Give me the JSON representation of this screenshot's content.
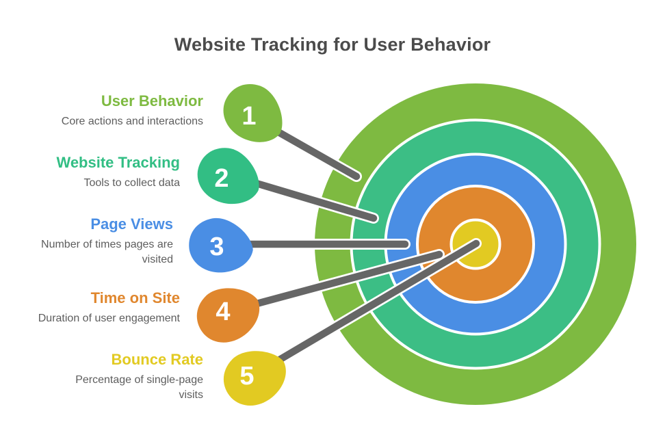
{
  "title": "Website Tracking for User Behavior",
  "items": [
    {
      "number": "1",
      "label": "User Behavior",
      "description": "Core actions and interactions",
      "color": "#7eba41"
    },
    {
      "number": "2",
      "label": "Website Tracking",
      "description": "Tools to collect data",
      "color": "#32be84"
    },
    {
      "number": "3",
      "label": "Page Views",
      "description": "Number of times pages are visited",
      "color": "#4a8ee4"
    },
    {
      "number": "4",
      "label": "Time on Site",
      "description": "Duration of user engagement",
      "color": "#e0872e"
    },
    {
      "number": "5",
      "label": "Bounce Rate",
      "description": "Percentage of single-page visits",
      "color": "#e2ca22"
    }
  ],
  "target": {
    "ring_colors": [
      "#7eba41",
      "#3cbe85",
      "#4a8ee4",
      "#e0872e",
      "#e2ca22"
    ]
  },
  "colors": {
    "connector": "#666666",
    "connector_casing": "#ffffff",
    "number_text": "#ffffff",
    "title_text": "#4b4b4b",
    "description_text": "#5d5d5d",
    "background": "#ffffff"
  }
}
